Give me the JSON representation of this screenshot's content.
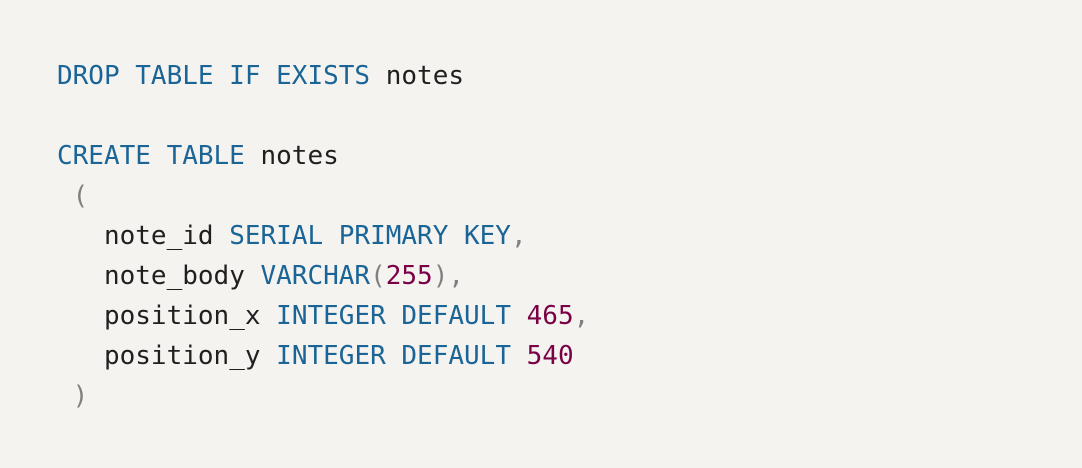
{
  "code": {
    "line1": {
      "kw": "DROP TABLE IF EXISTS",
      "ident": "notes"
    },
    "line3": {
      "kw": "CREATE TABLE",
      "ident": "notes"
    },
    "open_paren": "(",
    "close_paren": ")",
    "col1": {
      "name": "note_id",
      "type": "SERIAL PRIMARY KEY",
      "comma": ","
    },
    "col2": {
      "name": "note_body",
      "type": "VARCHAR",
      "lparen": "(",
      "size": "255",
      "rparen": ")",
      "comma": ","
    },
    "col3": {
      "name": "position_x",
      "type": "INTEGER DEFAULT",
      "default": "465",
      "comma": ","
    },
    "col4": {
      "name": "position_y",
      "type": "INTEGER DEFAULT",
      "default": "540"
    }
  },
  "colors": {
    "background": "#f4f3f0",
    "keyword": "#1a6496",
    "number": "#7a0045",
    "punctuation": "#808080",
    "identifier": "#1f1f1f"
  }
}
